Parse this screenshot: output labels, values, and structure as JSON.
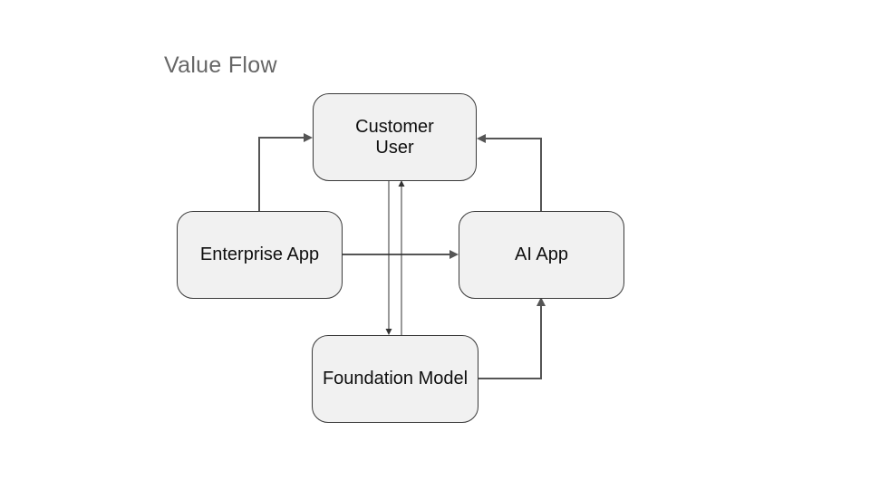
{
  "title": "Value Flow",
  "colors": {
    "background": "#ffffff",
    "node_fill": "#f1f1f1",
    "node_border": "#3a3a3a",
    "node_text": "#0f0f0f",
    "title_text": "#666666",
    "edge_thick": "#555555",
    "edge_thin": "#333333"
  },
  "nodes": [
    {
      "id": "customer-user",
      "label": "Customer\nUser"
    },
    {
      "id": "enterprise-app",
      "label": "Enterprise App"
    },
    {
      "id": "ai-app",
      "label": "AI App"
    },
    {
      "id": "foundation-model",
      "label": "Foundation Model"
    }
  ],
  "edges": [
    {
      "from": "enterprise-app",
      "to": "customer-user",
      "style": "thick",
      "route": "up-then-right"
    },
    {
      "from": "enterprise-app",
      "to": "ai-app",
      "style": "thick",
      "route": "straight-right"
    },
    {
      "from": "ai-app",
      "to": "customer-user",
      "style": "thick",
      "route": "up-then-left"
    },
    {
      "from": "foundation-model",
      "to": "ai-app",
      "style": "thick",
      "route": "right-then-up"
    },
    {
      "from": "customer-user",
      "to": "foundation-model",
      "style": "thin",
      "route": "straight-down"
    },
    {
      "from": "foundation-model",
      "to": "customer-user",
      "style": "thin",
      "route": "straight-up"
    }
  ]
}
